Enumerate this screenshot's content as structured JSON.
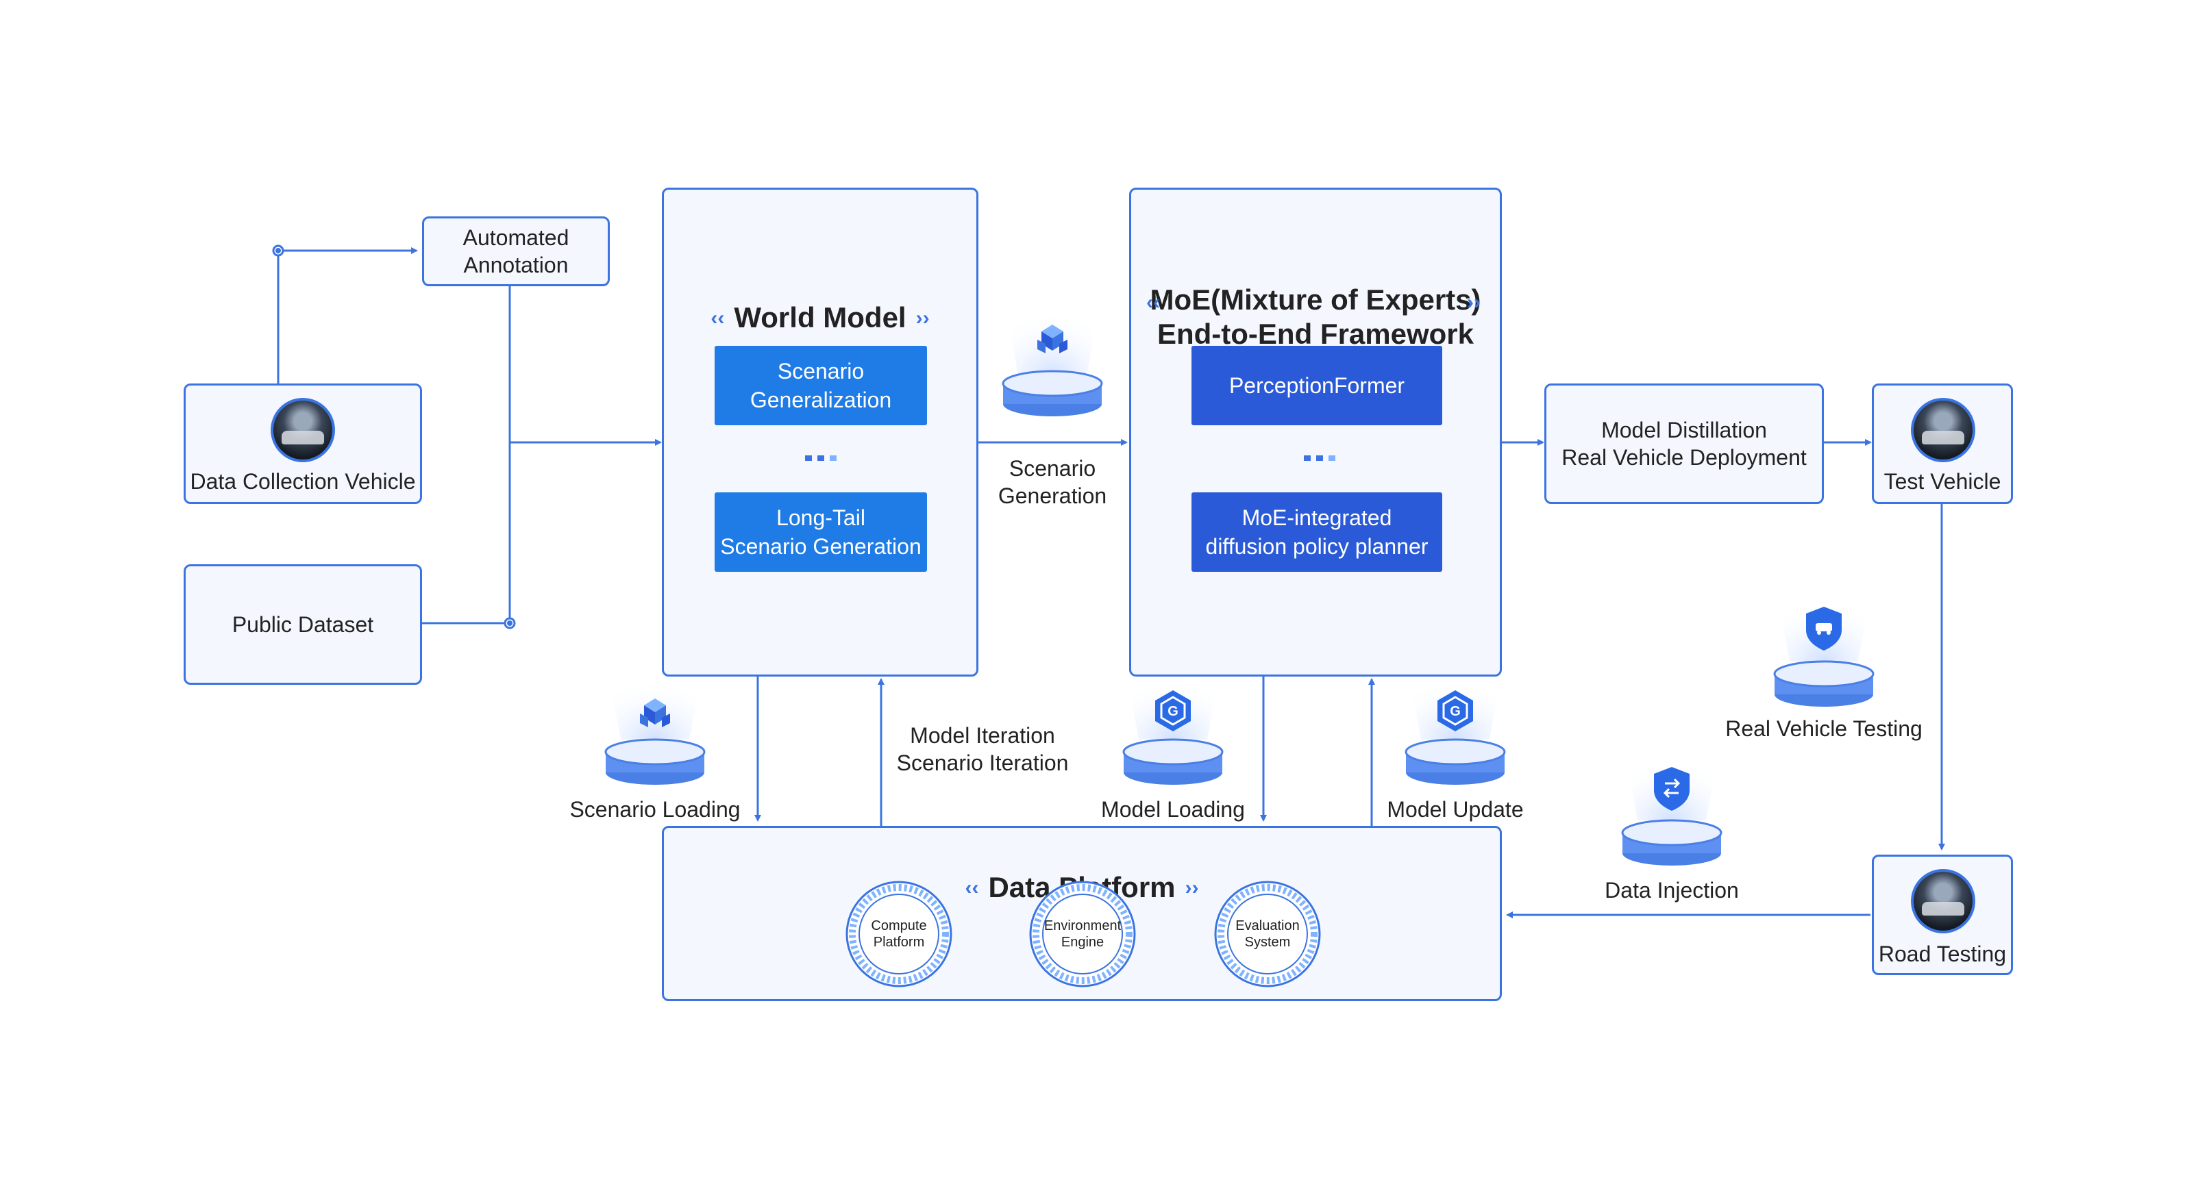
{
  "sources": {
    "data_collection_vehicle": "Data Collection Vehicle",
    "public_dataset": "Public Dataset",
    "automated_annotation": "Automated\nAnnotation"
  },
  "world_model": {
    "title": "World Model",
    "items": [
      "Scenario\nGeneralization",
      "Long-Tail\nScenario Generation"
    ]
  },
  "moe": {
    "title": "MoE(Mixture of Experts)\nEnd-to-End Framework",
    "items": [
      "PerceptionFormer",
      "MoE-integrated\ndiffusion policy planner"
    ]
  },
  "deployment": {
    "distillation": "Model Distillation\nReal Vehicle Deployment",
    "test_vehicle": "Test Vehicle",
    "road_testing": "Road Testing"
  },
  "data_platform": {
    "title": "Data Platform",
    "rings": [
      "Compute\nPlatform",
      "Environment\nEngine",
      "Evaluation\nSystem"
    ]
  },
  "flows": {
    "scenario_generation": "Scenario\nGeneration",
    "scenario_loading": "Scenario Loading",
    "iteration": "Model Iteration\nScenario Iteration",
    "model_loading": "Model Loading",
    "model_update": "Model Update",
    "real_vehicle_testing": "Real Vehicle Testing",
    "data_injection": "Data Injection"
  },
  "icons": {
    "cube": "cube-cluster-icon",
    "model": "model-hexagon-icon",
    "vehicle_shield": "vehicle-shield-icon",
    "transfer_shield": "transfer-shield-icon"
  },
  "colors": {
    "accent": "#3b74e0",
    "light_blue": "#1f7be6",
    "dark_blue": "#2a5ad7",
    "box_fill": "#f4f8fe"
  }
}
